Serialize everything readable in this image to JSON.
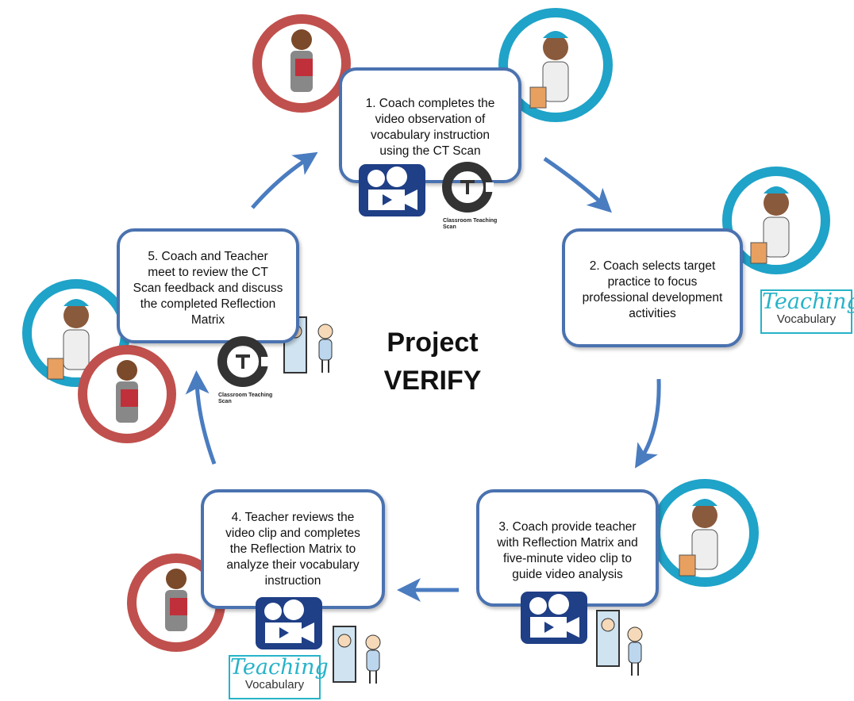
{
  "title": {
    "line1": "Project",
    "line2": "VERIFY"
  },
  "steps": [
    {
      "text": "1. Coach completes the video observation of vocabulary instruction using the CT Scan"
    },
    {
      "text": "2. Coach selects target practice to focus professional development activities"
    },
    {
      "text": "3. Coach provide teacher with Reflection Matrix and five-minute video clip to guide video analysis"
    },
    {
      "text": "4. Teacher reviews the video clip and completes the Reflection Matrix to analyze their vocabulary instruction"
    },
    {
      "text": "5. Coach and Teacher meet to review the CT Scan feedback and discuss the completed Reflection Matrix"
    }
  ],
  "ct_logo": {
    "letter": "T",
    "label": "Classroom Teaching Scan"
  },
  "teaching_vocab": {
    "line1": "Teaching",
    "line2": "Vocabulary"
  },
  "colors": {
    "box_border": "#4a72b0",
    "arrow": "#4a7cc0",
    "teacher_ring": "#c0504d",
    "coach_ring": "#1fa3c8",
    "video_icon": "#1f3f86"
  }
}
